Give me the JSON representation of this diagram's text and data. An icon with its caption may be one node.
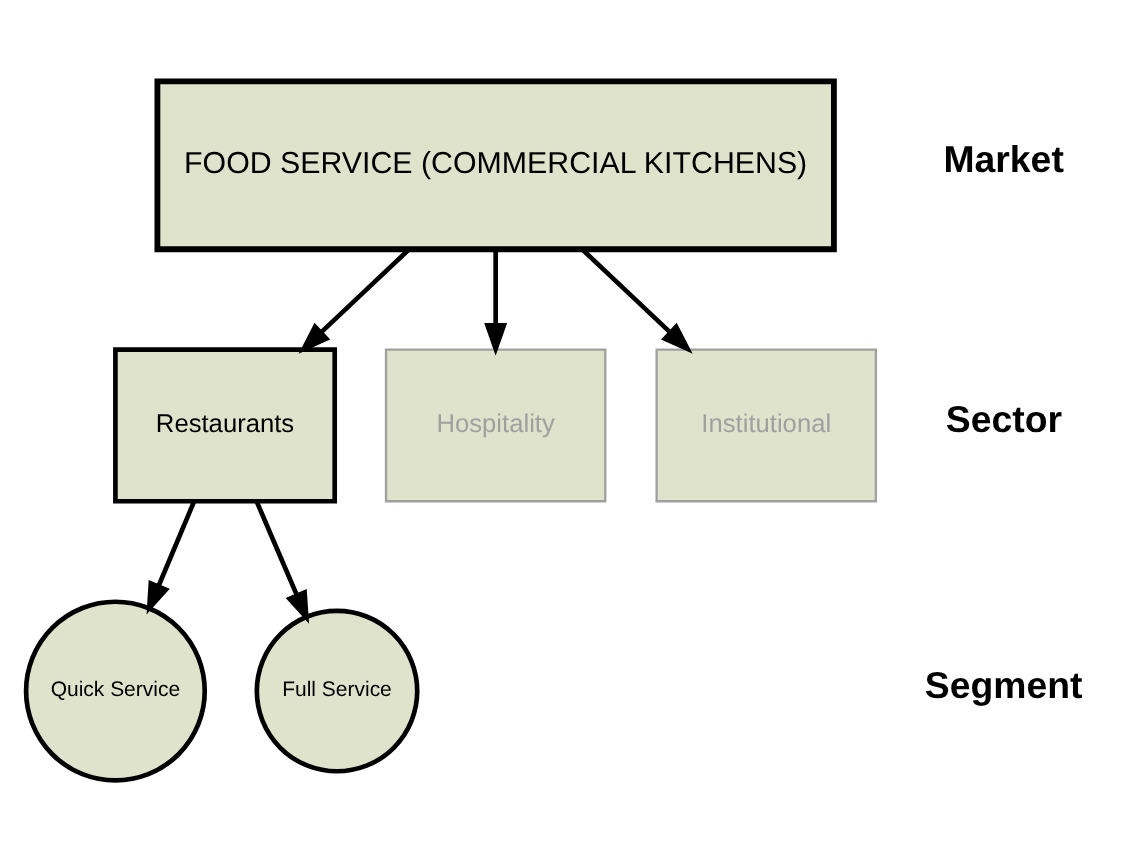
{
  "diagram": {
    "nodes": [
      {
        "text": [
          "FOOD SERVICE (COMMERCIAL KITCHENS)"
        ]
      },
      {
        "text": [
          "Restaurants"
        ]
      },
      {
        "text": [
          "Hospitality"
        ]
      },
      {
        "text": [
          "Institutional"
        ]
      },
      {
        "text": [
          "Quick Service"
        ]
      },
      {
        "text": [
          "Full Service"
        ]
      }
    ],
    "edges": [
      {
        "from": 0,
        "to": 1,
        "arrow": "to"
      },
      {
        "from": 0,
        "to": 2,
        "arrow": "to"
      },
      {
        "from": 0,
        "to": 3,
        "arrow": "to"
      },
      {
        "from": 1,
        "to": 4,
        "arrow": "to"
      },
      {
        "from": 1,
        "to": 5,
        "arrow": "to"
      }
    ],
    "labels": [
      "Market",
      "Sector",
      "Segment"
    ]
  }
}
